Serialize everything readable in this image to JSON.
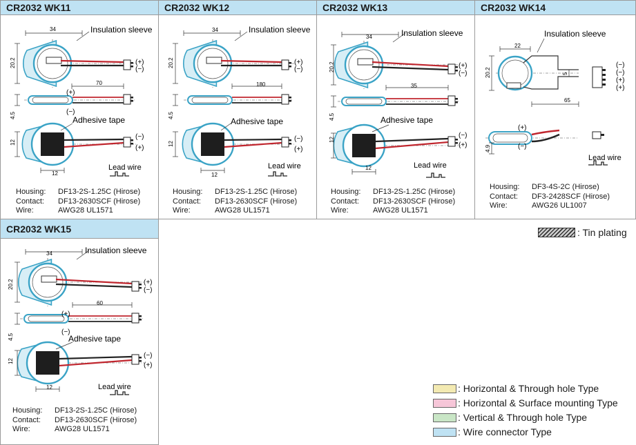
{
  "panels": {
    "wk11": {
      "title": "CR2032 WK11",
      "labels": {
        "insulation": "Insulation sleeve",
        "adhesive": "Adhesive tape",
        "lead": "Lead wire",
        "plus": "(+)",
        "minus": "(−)"
      },
      "dims": {
        "width": "34",
        "height": "20.2",
        "wire_length": "70",
        "thickness": "4.5",
        "tape_w": "12",
        "tape_h": "12"
      },
      "specs": [
        {
          "key": "Housing:",
          "value": "DF13-2S-1.25C (Hirose)"
        },
        {
          "key": "Contact:",
          "value": "DF13-2630SCF (Hirose)"
        },
        {
          "key": "Wire:",
          "value": "AWG28 UL1571"
        }
      ]
    },
    "wk12": {
      "title": "CR2032 WK12",
      "labels": {
        "insulation": "Insulation sleeve",
        "adhesive": "Adhesive tape",
        "lead": "Lead wire",
        "plus": "(+)",
        "minus": "(−)"
      },
      "dims": {
        "width": "34",
        "height": "20.2",
        "wire_length": "180",
        "thickness": "4.5",
        "tape_w": "12",
        "tape_h": "12"
      },
      "specs": [
        {
          "key": "Housing:",
          "value": "DF13-2S-1.25C (Hirose)"
        },
        {
          "key": "Contact:",
          "value": "DF13-2630SCF (Hirose)"
        },
        {
          "key": "Wire:",
          "value": "AWG28 UL1571"
        }
      ]
    },
    "wk13": {
      "title": "CR2032 WK13",
      "labels": {
        "insulation": "Insulation sleeve",
        "adhesive": "Adhesive tape",
        "lead": "Lead wire",
        "plus": "(+)",
        "minus": "(−)"
      },
      "dims": {
        "width": "34",
        "height": "20.2",
        "wire_length": "35",
        "thickness": "4.5",
        "tape_w": "12",
        "tape_h": "12"
      },
      "specs": [
        {
          "key": "Housing:",
          "value": "DF13-2S-1.25C (Hirose)"
        },
        {
          "key": "Contact:",
          "value": "DF13-2630SCF (Hirose)"
        },
        {
          "key": "Wire:",
          "value": "AWG28 UL1571"
        }
      ]
    },
    "wk14": {
      "title": "CR2032 WK14",
      "labels": {
        "insulation": "Insulation sleeve",
        "lead": "Lead wire",
        "plus": "(+)",
        "minus": "(−)"
      },
      "dims": {
        "width": "22",
        "height": "20.2",
        "lead_gap": "5",
        "wire_length": "65",
        "thickness": "4.9"
      },
      "specs": [
        {
          "key": "Housing:",
          "value": "DF3-4S-2C (Hirose)"
        },
        {
          "key": "Contact:",
          "value": "DF3-2428SCF (Hirose)"
        },
        {
          "key": "Wire:",
          "value": "AWG26 UL1007"
        }
      ]
    },
    "wk15": {
      "title": "CR2032 WK15",
      "labels": {
        "insulation": "Insulation sleeve",
        "adhesive": "Adhesive tape",
        "lead": "Lead wire",
        "plus": "(+)",
        "minus": "(−)"
      },
      "dims": {
        "width": "34",
        "height": "20.2",
        "wire_length": "60",
        "thickness": "4.5",
        "tape_w": "12",
        "tape_h": "12"
      },
      "specs": [
        {
          "key": "Housing:",
          "value": "DF13-2S-1.25C (Hirose)"
        },
        {
          "key": "Contact:",
          "value": "DF13-2630SCF (Hirose)"
        },
        {
          "key": "Wire:",
          "value": "AWG28 UL1571"
        }
      ]
    }
  },
  "tin_plating": {
    "label": ": Tin plating"
  },
  "legend": [
    {
      "label": ": Horizontal & Through hole Type",
      "color": "#f3eab2"
    },
    {
      "label": ": Horizontal & Surface mounting Type",
      "color": "#f6c6d8"
    },
    {
      "label": ": Vertical & Through hole Type",
      "color": "#c9e6c6"
    },
    {
      "label": ": Wire connector Type",
      "color": "#bfe2f3"
    }
  ],
  "colors": {
    "header": "#bfe2f3",
    "ring": "#3aa3c6",
    "wire_red": "#c0262e",
    "wire_black": "#222222"
  }
}
